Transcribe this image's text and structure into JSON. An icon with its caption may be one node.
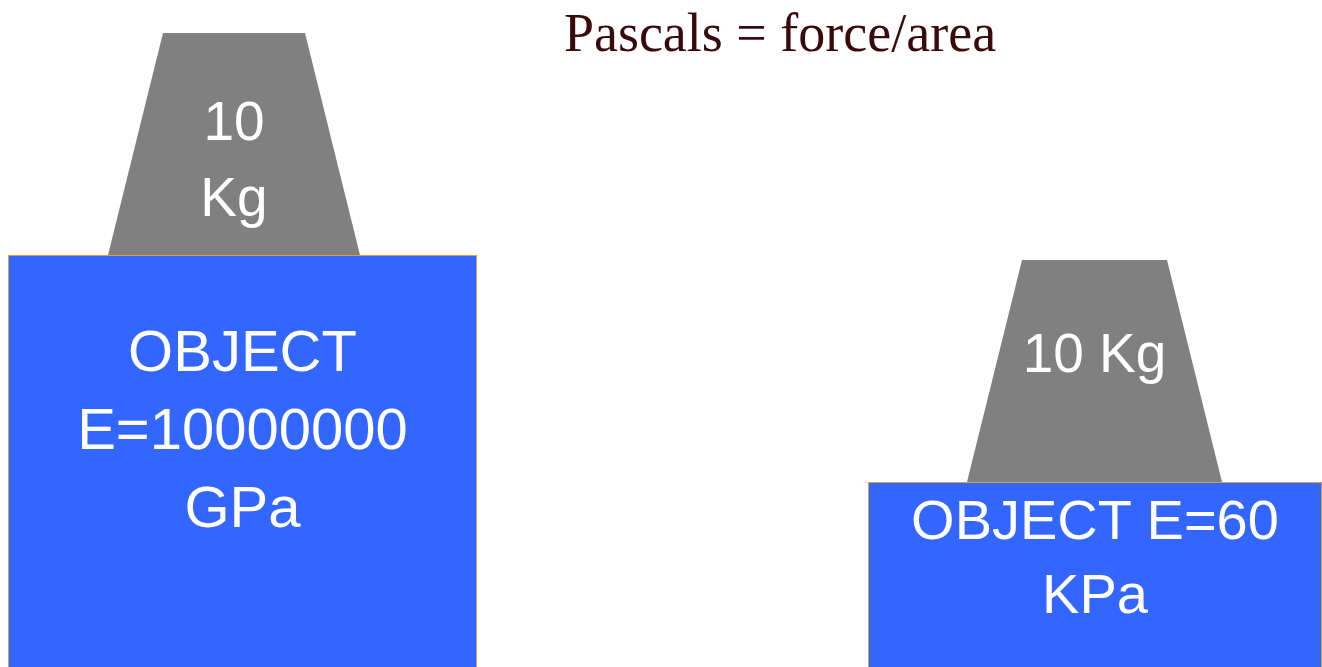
{
  "diagram": {
    "title": "Pascals = force/area",
    "nodes": [
      {
        "text": [
          "10 Kg"
        ]
      },
      {
        "text": [
          "OBJECT E=10000000 GPa"
        ]
      },
      {
        "text": [
          "10 Kg"
        ]
      },
      {
        "text": [
          "OBJECT E=60 KPa"
        ]
      }
    ]
  }
}
